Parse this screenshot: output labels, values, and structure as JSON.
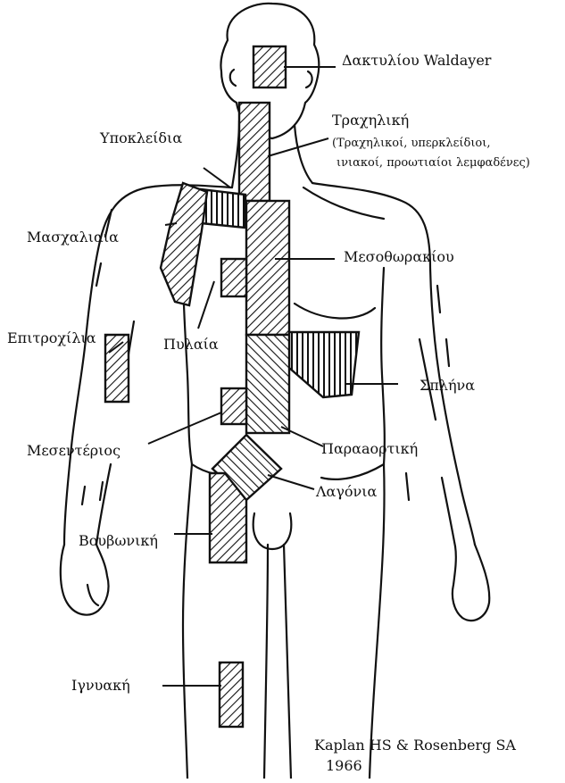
{
  "diagram": {
    "regions": {
      "waldeyer": "Δακτυλίου Waldayer",
      "cervical": "Τραχηλική",
      "cervical_detail_1": "(Τραχηλικοί, υπερκλείδιοι,",
      "cervical_detail_2": "ινιακοί, προωτιαίοι λεμφαδένες)",
      "infraclavicular": "Υποκλείδια",
      "axillary": "Μασχαλιαία",
      "mediastinal": "Μεσοθωρακίου",
      "epitrochlear": "Επιτροχίλια",
      "hilar": "Πυλαία",
      "spleen": "Σπλήνα",
      "mesenteric": "Μεσεντέριος",
      "paraaortic": "Παραaορτική",
      "iliac": "Λαγόνια",
      "inguinal": "Βουβωνική",
      "popliteal": "Ιγνυακή"
    },
    "citation_line_1": "Kaplan HS & Rosenberg SA",
    "citation_line_2": "1966"
  }
}
